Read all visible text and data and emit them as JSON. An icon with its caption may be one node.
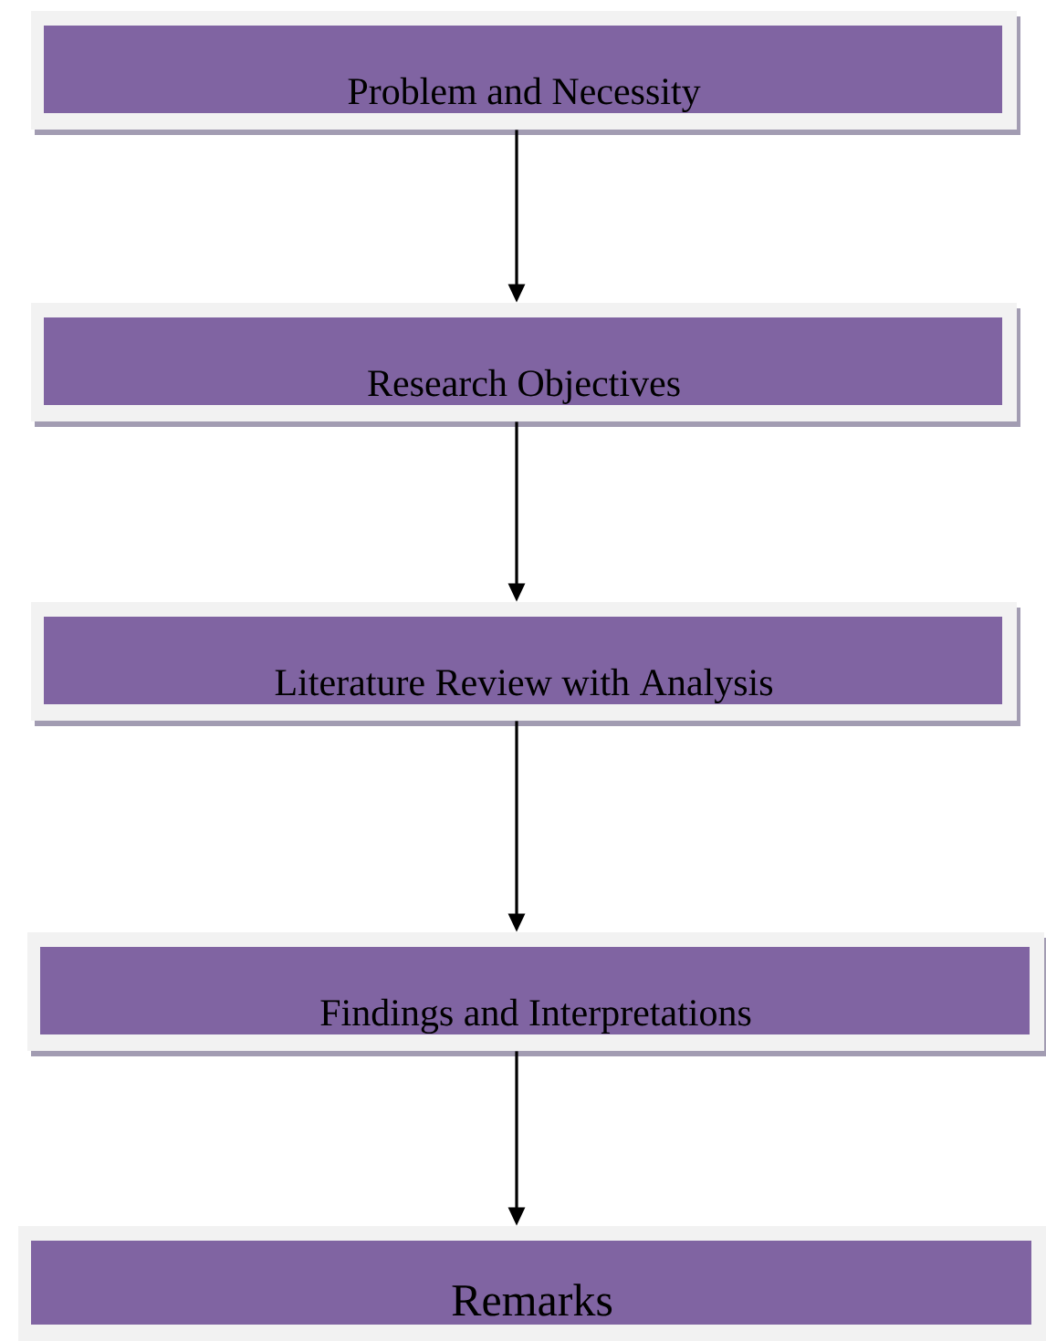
{
  "diagram": {
    "nodes": [
      {
        "text": [
          "Problem and Necessity"
        ]
      },
      {
        "text": [
          "Research Objectives"
        ]
      },
      {
        "text": [
          "Literature Review with Analysis"
        ]
      },
      {
        "text": [
          "Findings and Interpretations"
        ]
      },
      {
        "text": [
          "Remarks"
        ]
      }
    ],
    "edges": [
      {
        "from": 0,
        "to": 1,
        "arrow": "to"
      },
      {
        "from": 1,
        "to": 2,
        "arrow": "to"
      },
      {
        "from": 2,
        "to": 3,
        "arrow": "to"
      },
      {
        "from": 3,
        "to": 4,
        "arrow": "to"
      }
    ]
  }
}
